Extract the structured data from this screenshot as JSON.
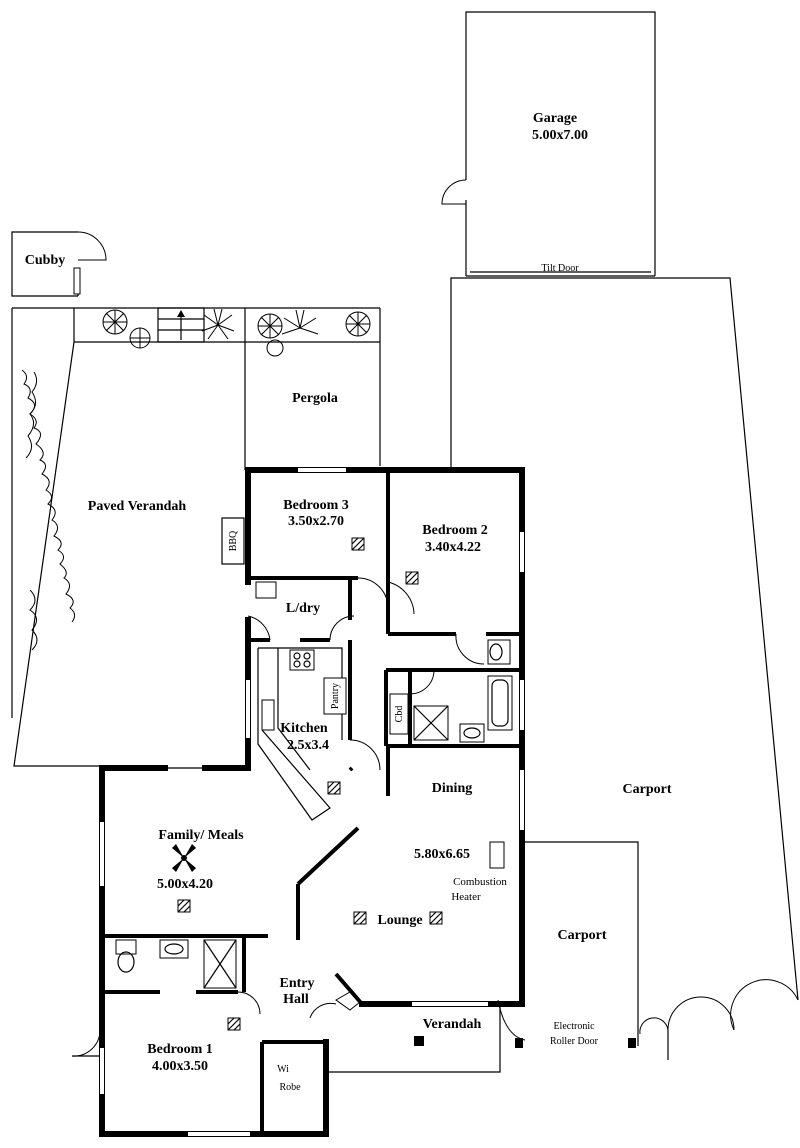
{
  "rooms": {
    "garage": {
      "name": "Garage",
      "size": "5.00x7.00"
    },
    "tilt_door": "Tilt Door",
    "cubby": "Cubby",
    "pergola": "Pergola",
    "paved_verandah": "Paved Verandah",
    "bbq": "BBQ",
    "bedroom3": {
      "name": "Bedroom 3",
      "size": "3.50x2.70"
    },
    "bedroom2": {
      "name": "Bedroom 2",
      "size": "3.40x4.22"
    },
    "laundry": "L/dry",
    "pantry": "Pantry",
    "cbd": "Cbd",
    "kitchen": {
      "name": "Kitchen",
      "size": "2.5x3.4"
    },
    "dining": "Dining",
    "lounge": {
      "size": "5.80x6.65",
      "name": "Lounge"
    },
    "heater": {
      "line1": "Combustion",
      "line2": "Heater"
    },
    "family": {
      "name": "Family/ Meals",
      "size": "5.00x4.20"
    },
    "carport_main": "Carport",
    "carport_small": "Carport",
    "roller_door": {
      "line1": "Electronic",
      "line2": "Roller Door"
    },
    "entry": {
      "line1": "Entry",
      "line2": "Hall"
    },
    "verandah": "Verandah",
    "bedroom1": {
      "name": "Bedroom 1",
      "size": "4.00x3.50"
    },
    "robe": {
      "line1": "Wi",
      "line2": "Robe"
    }
  }
}
